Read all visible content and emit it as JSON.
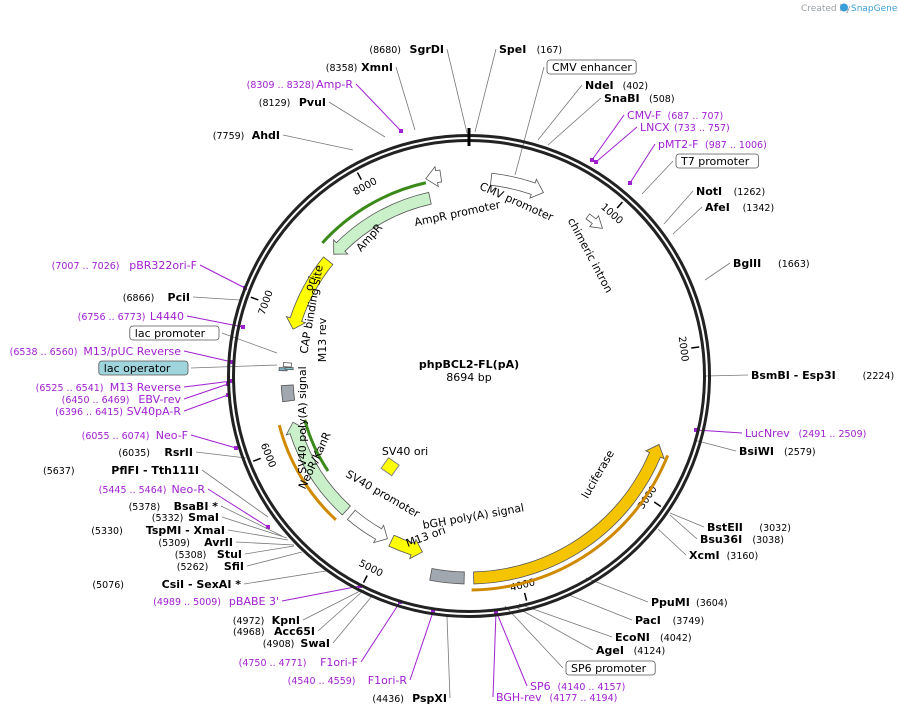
{
  "credit": {
    "prefix": "Created by",
    "brand": "SnapGene"
  },
  "plasmid": {
    "name": "phpBCL2-FL(pA)",
    "size": "8694 bp",
    "length": 8694
  },
  "tick_labels": [
    "1000",
    "2000",
    "3000",
    "4000",
    "5000",
    "6000",
    "7000",
    "8000"
  ],
  "features": [
    {
      "name": "CMV promoter",
      "color": "#ffffff",
      "start": 155,
      "end": 533,
      "dir": "fwd"
    },
    {
      "name": "chimeric intron",
      "color": "#ffffff",
      "start": 885,
      "end": 1017,
      "dir": "fwd"
    },
    {
      "name": "luciferase",
      "color": "#f5c400",
      "start": 2652,
      "end": 4315,
      "dir": "rev"
    },
    {
      "name": "bGH poly(A) signal",
      "color": "#a0a7ae",
      "start": 4380,
      "end": 4610,
      "dir": "none"
    },
    {
      "name": "M13 ori",
      "color": "#ffff00",
      "start": 4705,
      "end": 4956,
      "dir": "rev"
    },
    {
      "name": "SV40 promoter",
      "color": "#ffffff",
      "start": 4990,
      "end": 5320,
      "dir": "rev"
    },
    {
      "name": "NeoR/KanR",
      "color": "#c9f0c9",
      "start": 5370,
      "end": 6165,
      "dir": "fwd"
    },
    {
      "name": "SV40 poly(A) signal",
      "color": "#a0a7ae",
      "start": 6330,
      "end": 6450,
      "dir": "none"
    },
    {
      "name": "SV40 ori",
      "color": "#ffff00",
      "start": 5460,
      "end": 5560,
      "dir": "none"
    },
    {
      "name": "ori",
      "color": "#ffff00",
      "start": 6880,
      "end": 7470,
      "dir": "rev"
    },
    {
      "name": "AmpR",
      "color": "#c9f0c9",
      "start": 7535,
      "end": 8395,
      "dir": "rev"
    },
    {
      "name": "AmpR promoter",
      "color": "#ffffff",
      "start": 8395,
      "end": 8500,
      "dir": "rev"
    },
    {
      "name": "CAP binding site",
      "color": "#7fb3c8",
      "start": 6560,
      "end": 6582,
      "dir": "none"
    },
    {
      "name": "lac promoter",
      "color": "#ffffff",
      "start": 6590,
      "end": 6621,
      "dir": "none"
    },
    {
      "name": "lac operator",
      "color": "#7fcbd3",
      "start": 6570,
      "end": 6586,
      "dir": "none"
    }
  ],
  "inner_labels": [
    {
      "text": "CMV promoter"
    },
    {
      "text": "chimeric intron"
    },
    {
      "text": "AmpR promoter"
    },
    {
      "text": "AmpR"
    },
    {
      "text": "ori"
    },
    {
      "text": "CAP binding site"
    },
    {
      "text": "M13 rev"
    },
    {
      "text": "SV40 poly(A) signal"
    },
    {
      "text": "NeoR/KanR"
    },
    {
      "text": "SV40 ori"
    },
    {
      "text": "SV40 promoter"
    },
    {
      "text": "M13 ori"
    },
    {
      "text": "bGH poly(A) signal"
    },
    {
      "text": "luciferase"
    }
  ],
  "labels": [
    {
      "name": "SgrDI",
      "pos": "(8680)",
      "type": "enzyme"
    },
    {
      "name": "SpeI",
      "pos": "(167)",
      "type": "enzyme"
    },
    {
      "name": "XmnI",
      "pos": "(8358)",
      "type": "enzyme"
    },
    {
      "name": "CMV enhancer",
      "pos": "",
      "type": "boxed"
    },
    {
      "name": "Amp-R",
      "pos": "(8309 .. 8328)",
      "type": "primer"
    },
    {
      "name": "NdeI",
      "pos": "(402)",
      "type": "enzyme"
    },
    {
      "name": "PvuI",
      "pos": "(8129)",
      "type": "enzyme"
    },
    {
      "name": "SnaBI",
      "pos": "(508)",
      "type": "enzyme"
    },
    {
      "name": "CMV-F",
      "pos": "(687 .. 707)",
      "type": "primer"
    },
    {
      "name": "AhdI",
      "pos": "(7759)",
      "type": "enzyme"
    },
    {
      "name": "LNCX",
      "pos": "(733 .. 757)",
      "type": "primer"
    },
    {
      "name": "pMT2-F",
      "pos": "(987 .. 1006)",
      "type": "primer"
    },
    {
      "name": "T7 promoter",
      "pos": "",
      "type": "boxed"
    },
    {
      "name": "NotI",
      "pos": "(1262)",
      "type": "enzyme"
    },
    {
      "name": "AfeI",
      "pos": "(1342)",
      "type": "enzyme"
    },
    {
      "name": "BglII",
      "pos": "(1663)",
      "type": "enzyme"
    },
    {
      "name": "pBR322ori-F",
      "pos": "(7007 .. 7026)",
      "type": "primer"
    },
    {
      "name": "PciI",
      "pos": "(6866)",
      "type": "enzyme"
    },
    {
      "name": "L4440",
      "pos": "(6756 .. 6773)",
      "type": "primer"
    },
    {
      "name": "lac promoter",
      "pos": "",
      "type": "boxed"
    },
    {
      "name": "M13/pUC Reverse",
      "pos": "(6538 .. 6560)",
      "type": "primer"
    },
    {
      "name": "lac operator",
      "pos": "",
      "type": "boxed-teal"
    },
    {
      "name": "M13 Reverse",
      "pos": "(6525 .. 6541)",
      "type": "primer"
    },
    {
      "name": "EBV-rev",
      "pos": "(6450 .. 6469)",
      "type": "primer"
    },
    {
      "name": "SV40pA-R",
      "pos": "(6396 .. 6415)",
      "type": "primer"
    },
    {
      "name": "BsmBI  - Esp3I",
      "pos": "(2224)",
      "type": "enzyme"
    },
    {
      "name": "LucNrev",
      "pos": "(2491 .. 2509)",
      "type": "primer"
    },
    {
      "name": "Neo-F",
      "pos": "(6055 .. 6074)",
      "type": "primer"
    },
    {
      "name": "BsiWI",
      "pos": "(2579)",
      "type": "enzyme"
    },
    {
      "name": "RsrII",
      "pos": "(6035)",
      "type": "enzyme"
    },
    {
      "name": "PflFI  - Tth111I",
      "pos": "(5637)",
      "type": "enzyme"
    },
    {
      "name": "Neo-R",
      "pos": "(5445 .. 5464)",
      "type": "primer"
    },
    {
      "name": "BsaBI *",
      "pos": "(5378)",
      "type": "enzyme"
    },
    {
      "name": "BstEII",
      "pos": "(3032)",
      "type": "enzyme"
    },
    {
      "name": "SmaI",
      "pos": "(5332)",
      "type": "enzyme"
    },
    {
      "name": "Bsu36I",
      "pos": "(3038)",
      "type": "enzyme"
    },
    {
      "name": "TspMI  - XmaI",
      "pos": "(5330)",
      "type": "enzyme"
    },
    {
      "name": "AvrII",
      "pos": "(5309)",
      "type": "enzyme"
    },
    {
      "name": "XcmI",
      "pos": "(3160)",
      "type": "enzyme"
    },
    {
      "name": "StuI",
      "pos": "(5308)",
      "type": "enzyme"
    },
    {
      "name": "SfiI",
      "pos": "(5262)",
      "type": "enzyme"
    },
    {
      "name": "CsiI  - SexAI *",
      "pos": "(5076)",
      "type": "enzyme"
    },
    {
      "name": "PpuMI",
      "pos": "(3604)",
      "type": "enzyme"
    },
    {
      "name": "pBABE 3'",
      "pos": "(4989 .. 5009)",
      "type": "primer"
    },
    {
      "name": "PacI",
      "pos": "(3749)",
      "type": "enzyme"
    },
    {
      "name": "KpnI",
      "pos": "(4972)",
      "type": "enzyme"
    },
    {
      "name": "Acc65I",
      "pos": "(4968)",
      "type": "enzyme"
    },
    {
      "name": "EcoNI",
      "pos": "(4042)",
      "type": "enzyme"
    },
    {
      "name": "SwaI",
      "pos": "(4908)",
      "type": "enzyme"
    },
    {
      "name": "AgeI",
      "pos": "(4124)",
      "type": "enzyme"
    },
    {
      "name": "SP6 promoter",
      "pos": "",
      "type": "boxed"
    },
    {
      "name": "F1ori-F",
      "pos": "(4750 .. 4771)",
      "type": "primer"
    },
    {
      "name": "SP6",
      "pos": "(4140 .. 4157)",
      "type": "primer"
    },
    {
      "name": "F1ori-R",
      "pos": "(4540 .. 4559)",
      "type": "primer"
    },
    {
      "name": "PspXI",
      "pos": "(4436)",
      "type": "enzyme"
    },
    {
      "name": "BGH-rev",
      "pos": "(4177 .. 4194)",
      "type": "primer"
    }
  ]
}
